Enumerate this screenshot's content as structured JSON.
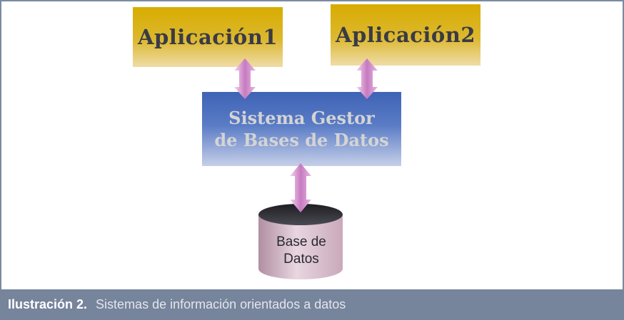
{
  "diagram": {
    "app1": "Aplicación1",
    "app2": "Aplicación2",
    "sgbd_line1": "Sistema Gestor",
    "sgbd_line2": "de Bases de Datos",
    "db_line1": "Base de",
    "db_line2": "Datos"
  },
  "caption": {
    "label": "Ilustración 2.",
    "text": "Sistemas de información orientados a datos"
  },
  "colors": {
    "app_box": "#d8ac00",
    "sgbd_box": "#3f63b5",
    "arrow": "#c77ac0",
    "caption_bar": "#76849c"
  }
}
